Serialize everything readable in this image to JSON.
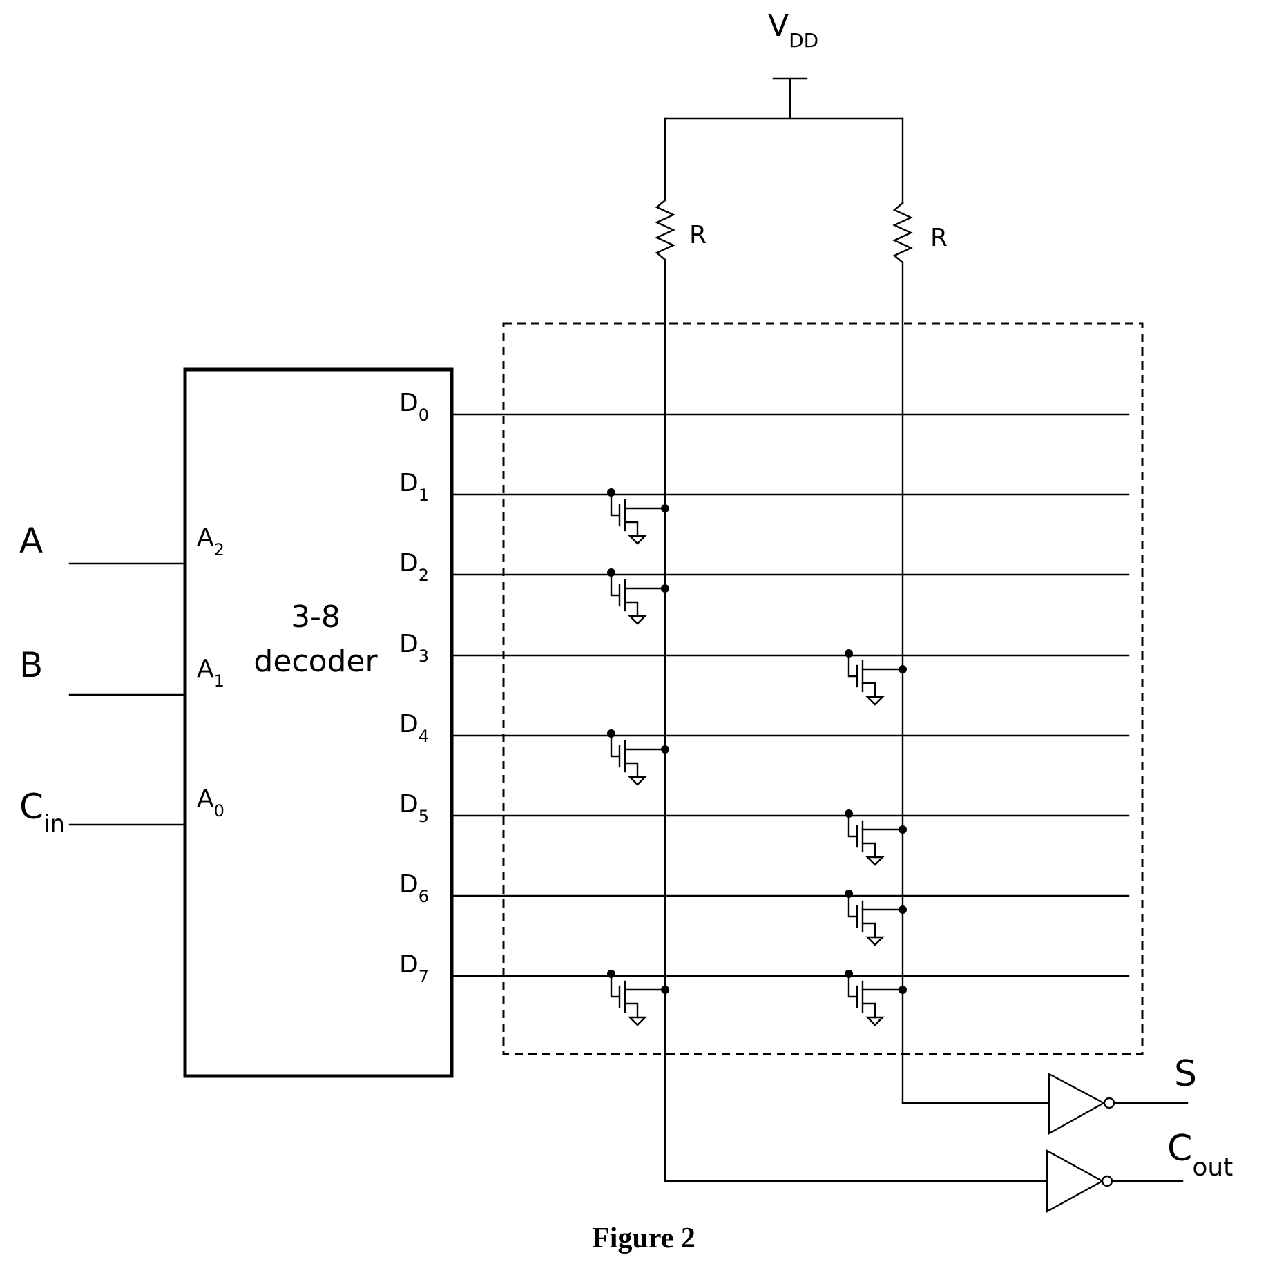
{
  "supply": {
    "main": "V",
    "sub": "DD"
  },
  "resistors": [
    {
      "label": "R"
    },
    {
      "label": "R"
    }
  ],
  "decoder": {
    "title_line1": "3-8",
    "title_line2": "decoder",
    "inputs": [
      {
        "main": "A",
        "sub": "2"
      },
      {
        "main": "A",
        "sub": "1"
      },
      {
        "main": "A",
        "sub": "0"
      }
    ],
    "outputs": [
      {
        "main": "D",
        "sub": "0"
      },
      {
        "main": "D",
        "sub": "1"
      },
      {
        "main": "D",
        "sub": "2"
      },
      {
        "main": "D",
        "sub": "3"
      },
      {
        "main": "D",
        "sub": "4"
      },
      {
        "main": "D",
        "sub": "5"
      },
      {
        "main": "D",
        "sub": "6"
      },
      {
        "main": "D",
        "sub": "7"
      }
    ]
  },
  "external_inputs": [
    {
      "main": "A",
      "sub": ""
    },
    {
      "main": "B",
      "sub": ""
    },
    {
      "main": "C",
      "sub": "in"
    }
  ],
  "outputs": [
    {
      "main": "S",
      "sub": ""
    },
    {
      "main": "C",
      "sub": "out"
    }
  ],
  "transistor_map": {
    "left_column": [
      1,
      2,
      4,
      7
    ],
    "right_column": [
      3,
      5,
      6,
      7
    ]
  },
  "caption": "Figure 2"
}
